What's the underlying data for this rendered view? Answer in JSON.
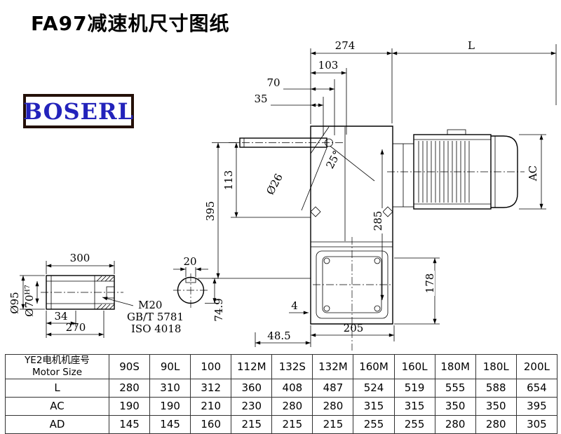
{
  "page": {
    "title": "FA97减速机尺寸图纸",
    "logo": "BOSERL"
  },
  "drawing": {
    "dim_274": "274",
    "dim_L": "L",
    "dim_103": "103",
    "dim_70": "70",
    "dim_35": "35",
    "dim_25deg": "25°",
    "dim_d26": "Ø26",
    "dim_395": "395",
    "dim_113": "113",
    "dim_285": "285",
    "dim_AC": "AC",
    "dim_178": "178",
    "dim_4": "4",
    "dim_48_5": "48.5",
    "dim_205": "205",
    "dim_300": "300",
    "dim_20": "20",
    "dim_d95": "Ø95",
    "dim_d70": "Ø70",
    "dim_d70_tol": "H7",
    "dim_34": "34",
    "dim_270": "270",
    "dim_74_9": "74.9",
    "note_m20": "M20",
    "note_gbt": "GB/T 5781",
    "note_iso": "ISO 4018"
  },
  "table": {
    "header_cn": "YE2电机机座号",
    "header_en": "Motor Size",
    "sizes": [
      "90S",
      "90L",
      "100",
      "112M",
      "132S",
      "132M",
      "160M",
      "160L",
      "180M",
      "180L",
      "200L"
    ],
    "rows": [
      {
        "label": "L",
        "values": [
          "280",
          "310",
          "312",
          "360",
          "408",
          "487",
          "524",
          "519",
          "555",
          "588",
          "654"
        ]
      },
      {
        "label": "AC",
        "values": [
          "190",
          "190",
          "210",
          "230",
          "280",
          "280",
          "315",
          "315",
          "350",
          "350",
          "395"
        ]
      },
      {
        "label": "AD",
        "values": [
          "145",
          "145",
          "160",
          "215",
          "215",
          "215",
          "255",
          "255",
          "280",
          "280",
          "305"
        ]
      }
    ]
  }
}
